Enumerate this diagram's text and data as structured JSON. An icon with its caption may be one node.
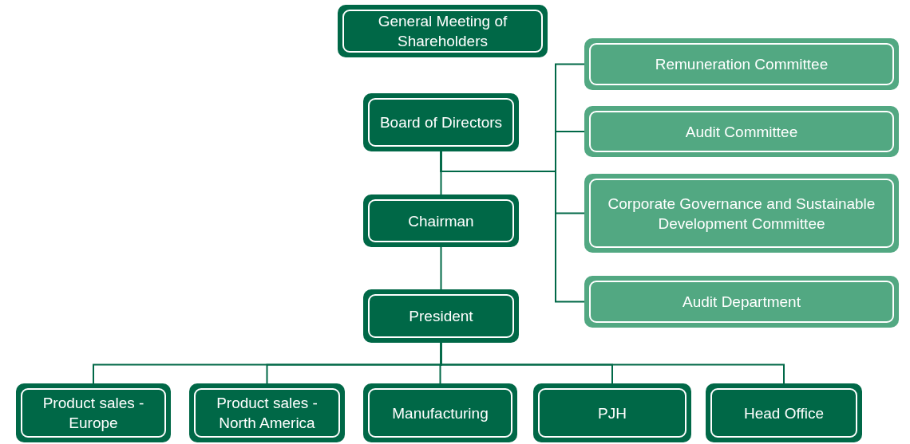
{
  "diagram": {
    "nodes": [
      {
        "text": [
          "General Meeting of Shareholders"
        ]
      },
      {
        "text": [
          "Board of Directors"
        ]
      },
      {
        "text": [
          "Chairman"
        ]
      },
      {
        "text": [
          "President"
        ]
      },
      {
        "text": [
          "Remuneration Committee"
        ]
      },
      {
        "text": [
          "Audit Committee"
        ]
      },
      {
        "text": [
          "Corporate Governance and Sustainable Development Committee"
        ]
      },
      {
        "text": [
          "Audit Department"
        ]
      },
      {
        "text": [
          "Product sales - Europe"
        ]
      },
      {
        "text": [
          "Product sales - North America"
        ]
      },
      {
        "text": [
          "Manufacturing"
        ]
      },
      {
        "text": [
          "PJH"
        ]
      },
      {
        "text": [
          "Head Office"
        ]
      }
    ],
    "edges": [
      {
        "from": 1,
        "to": 2,
        "arrow": "none"
      },
      {
        "from": 1,
        "to": 4,
        "arrow": "none"
      },
      {
        "from": 1,
        "to": 5,
        "arrow": "none"
      },
      {
        "from": 1,
        "to": 6,
        "arrow": "none"
      },
      {
        "from": 1,
        "to": 7,
        "arrow": "none"
      },
      {
        "from": 2,
        "to": 3,
        "arrow": "none"
      },
      {
        "from": 3,
        "to": 8,
        "arrow": "none"
      },
      {
        "from": 3,
        "to": 9,
        "arrow": "none"
      },
      {
        "from": 3,
        "to": 10,
        "arrow": "none"
      },
      {
        "from": 3,
        "to": 11,
        "arrow": "none"
      },
      {
        "from": 3,
        "to": 12,
        "arrow": "none"
      }
    ]
  }
}
